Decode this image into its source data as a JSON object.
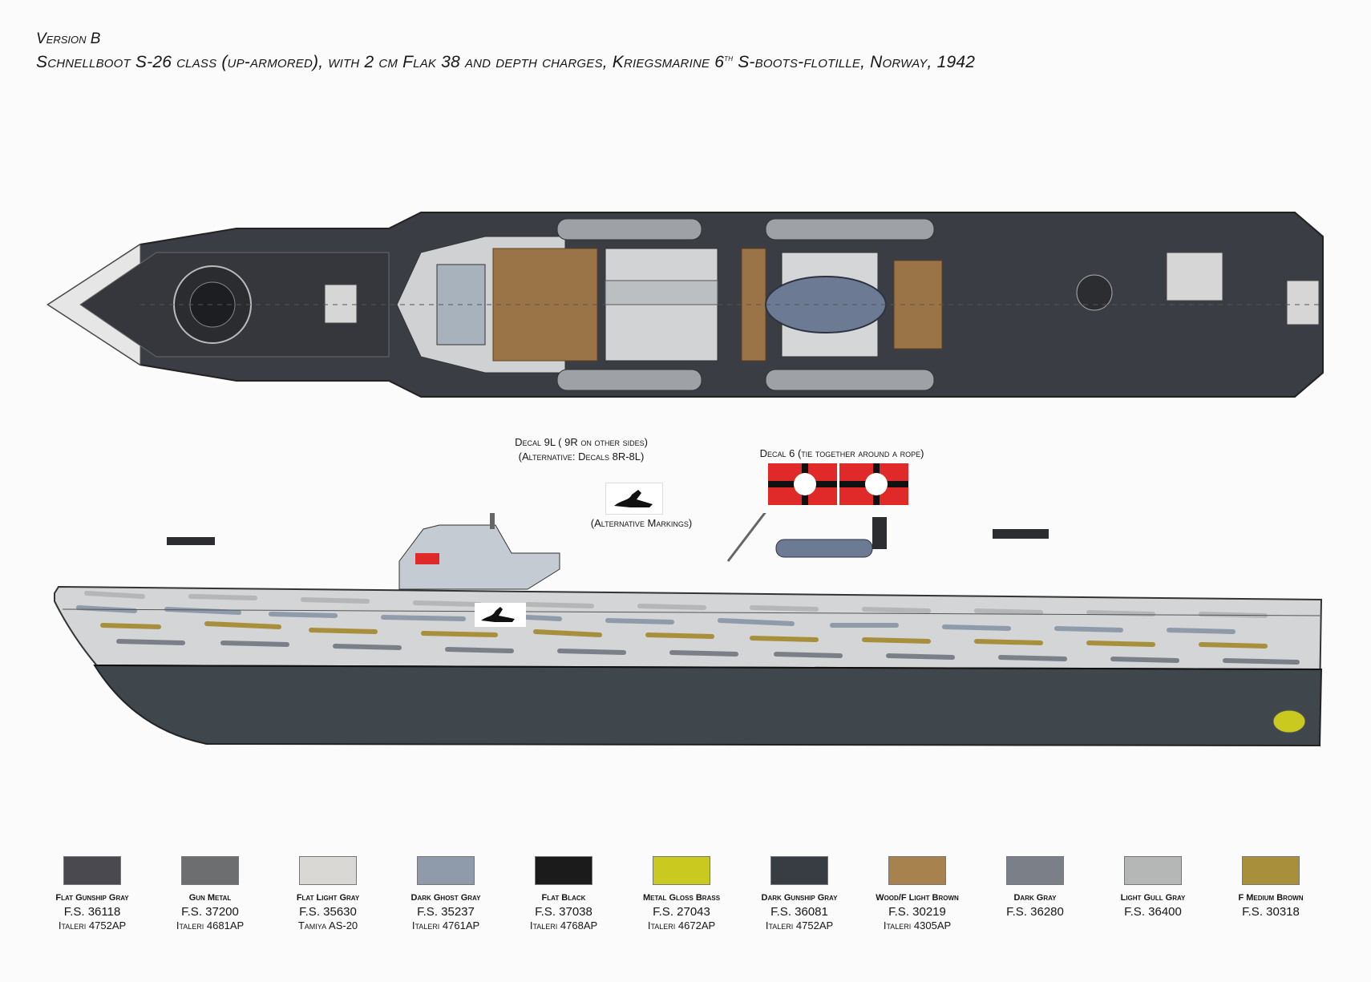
{
  "header": {
    "version": "Version B",
    "subtitle_main": "Schnellboot S-26 class (up-armored), with 2 cm Flak 38 and depth charges, Kriegsmarine 6",
    "subtitle_sup": "th",
    "subtitle_tail": " S-boots-flotille, Norway, 1942"
  },
  "callouts": {
    "decal9_line1": "Decal 9L ( 9R on other sides)",
    "decal9_line2": "(Alternative: Decals 8R-8L)",
    "decal6": "Decal 6 (tie together around a rope)",
    "alt_markings": "(Alternative Markings)"
  },
  "colors": {
    "deck": "#3b3d44",
    "hull_light": "#d3d5d7",
    "hull_dark": "#3f464c"
  },
  "swatches": [
    {
      "name": "Flat Gunship Gray",
      "fs": "F.S. 36118",
      "code": "Italeri 4752AP",
      "color": "#4a4950"
    },
    {
      "name": "Gun Metal",
      "fs": "F.S. 37200",
      "code": "Italeri 4681AP",
      "color": "#6c6e70"
    },
    {
      "name": "Flat Light Gray",
      "fs": "F.S. 35630",
      "code": "Tamiya AS-20",
      "color": "#d9d8d4"
    },
    {
      "name": "Dark Ghost Gray",
      "fs": "F.S. 35237",
      "code": "Italeri 4761AP",
      "color": "#8f9bab"
    },
    {
      "name": "Flat Black",
      "fs": "F.S. 37038",
      "code": "Italeri 4768AP",
      "color": "#1b1b1b"
    },
    {
      "name": "Metal Gloss Brass",
      "fs": "F.S. 27043",
      "code": "Italeri 4672AP",
      "color": "#c9c91f"
    },
    {
      "name": "Dark Gunship Gray",
      "fs": "F.S. 36081",
      "code": "Italeri 4752AP",
      "color": "#383d43"
    },
    {
      "name": "Wood/F Light Brown",
      "fs": "F.S. 30219",
      "code": "Italeri 4305AP",
      "color": "#a7824e"
    },
    {
      "name": "Dark Gray",
      "fs": "F.S. 36280",
      "code": "",
      "color": "#7b8088"
    },
    {
      "name": "Light Gull Gray",
      "fs": "F.S. 36400",
      "code": "",
      "color": "#b5b6b6"
    },
    {
      "name": "F Medium Brown",
      "fs": "F.S. 30318",
      "code": "",
      "color": "#a88f3c"
    }
  ]
}
